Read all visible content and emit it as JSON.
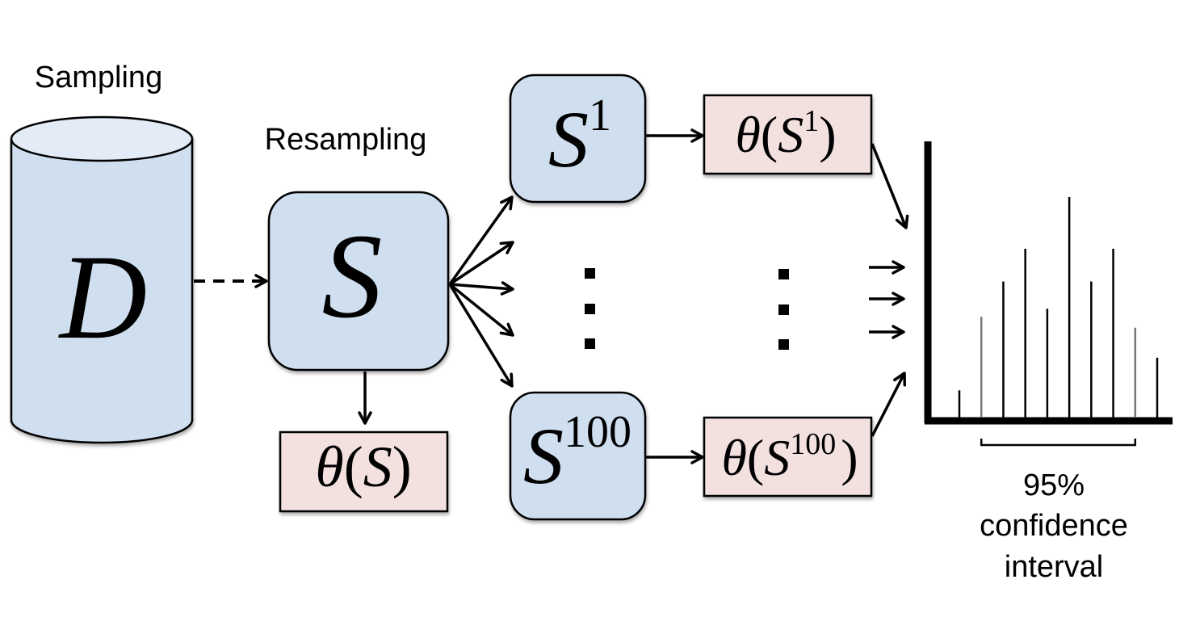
{
  "labels": {
    "sampling": "Sampling",
    "resampling": "Resampling",
    "ci_line1": "95%",
    "ci_line2": "confidence",
    "ci_line3": "interval"
  },
  "nodes": {
    "dataset": {
      "symbol": "D"
    },
    "sample": {
      "symbol": "S"
    },
    "resample_first": {
      "symbol": "S",
      "superscript": "1"
    },
    "resample_last": {
      "symbol": "S",
      "superscript": "100"
    }
  },
  "statistics": {
    "sample": {
      "theta": "θ",
      "open": "(",
      "symbol": "S",
      "close": ")"
    },
    "first": {
      "theta": "θ",
      "open": "(",
      "symbol": "S",
      "superscript": "1",
      "close": ")"
    },
    "last": {
      "theta": "θ",
      "open": "(",
      "symbol": "S",
      "superscript": "100",
      "close": ")"
    }
  },
  "colors": {
    "node_fill": "#cfdff0",
    "cylinder_top": "#e2ebf6",
    "stat_fill": "#f3e1e0",
    "stroke": "#000000"
  },
  "histogram": {
    "bars": [
      0.1,
      0.37,
      0.5,
      0.62,
      0.4,
      0.81,
      0.5,
      0.62,
      0.33,
      0.22
    ],
    "ci_range_bars": [
      1,
      8
    ]
  }
}
